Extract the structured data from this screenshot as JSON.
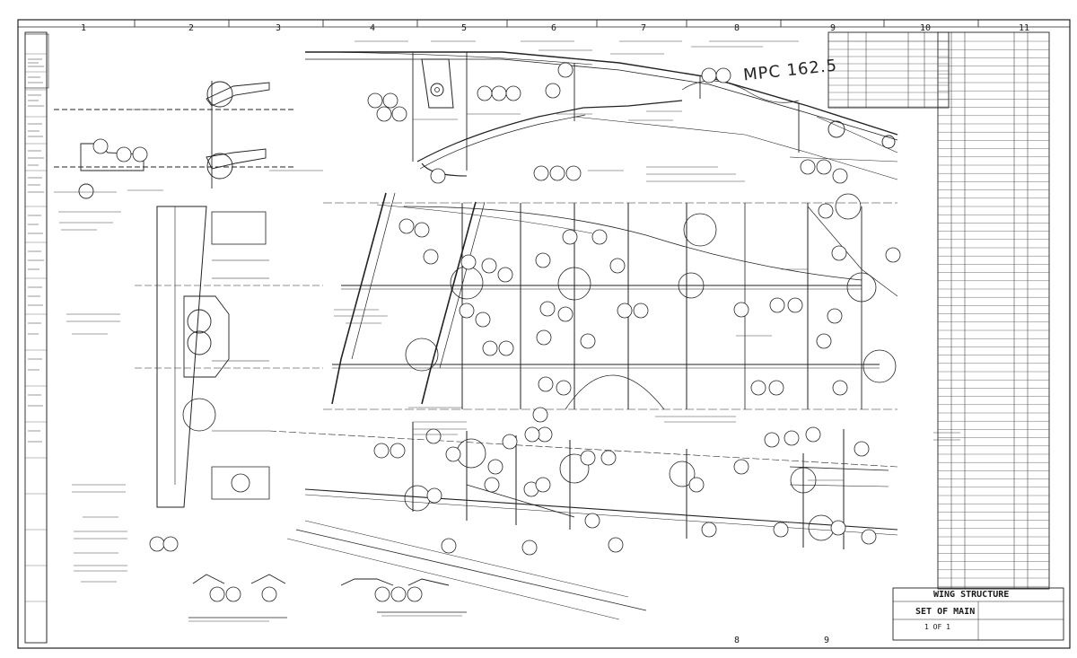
{
  "grid": {
    "top_zones": [
      "1",
      "2",
      "3",
      "4",
      "5",
      "6",
      "7",
      "8",
      "9",
      "10",
      "11"
    ],
    "bottom_zones": [
      "8",
      "9"
    ]
  },
  "drawing_notes": {
    "handwritten_tag": "MPC 162.5"
  },
  "title_block": {
    "title": "WING STRUCTURE",
    "line2": "SET OF MAIN",
    "sheet": "1 OF 1"
  },
  "colors": {
    "ink": "#1a1a1a",
    "paper": "#ffffff"
  }
}
